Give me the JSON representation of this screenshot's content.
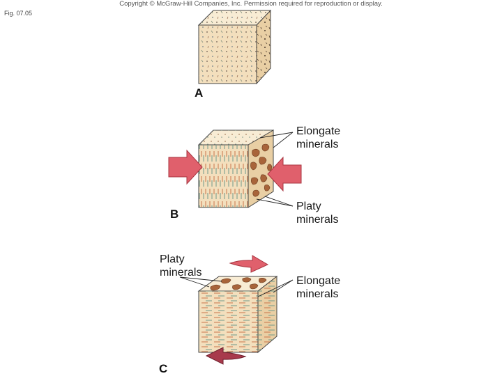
{
  "header": {
    "copyright": "Copyright © McGraw-Hill Companies, Inc. Permission required for reproduction or display.",
    "figure_label": "Fig. 07.05"
  },
  "panels": {
    "a": {
      "letter": "A"
    },
    "b": {
      "letter": "B",
      "top_label_line1": "Elongate",
      "top_label_line2": "minerals",
      "bottom_label_line1": "Platy",
      "bottom_label_line2": "minerals"
    },
    "c": {
      "letter": "C",
      "left_label_line1": "Platy",
      "left_label_line2": "minerals",
      "right_label_line1": "Elongate",
      "right_label_line2": "minerals"
    }
  },
  "colors": {
    "rock_front": "#f3dfbd",
    "rock_top": "#f8ecd4",
    "rock_side": "#e9cfa4",
    "platy_grain": "#a8643a",
    "push_arrow": "#e0606c",
    "shear_arrow_dark": "#a83a4c"
  }
}
